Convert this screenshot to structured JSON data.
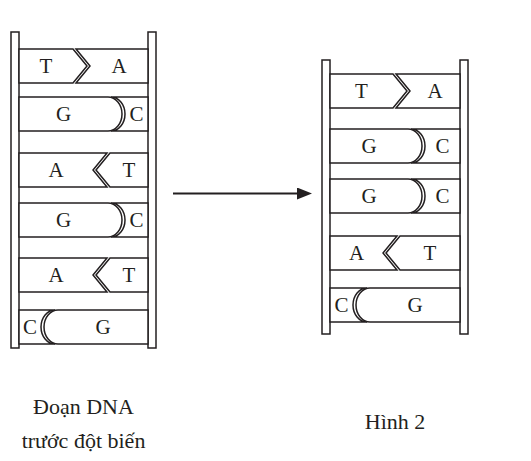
{
  "diagram": {
    "nodes": [
      {
        "text": [
          "Đoạn DNA trước đột biến"
        ]
      },
      {
        "text": [
          "T"
        ],
        "in": 0
      },
      {
        "text": [
          "A"
        ],
        "in": 0
      },
      {
        "text": [
          "G"
        ],
        "in": 0
      },
      {
        "text": [
          "C"
        ],
        "in": 0
      },
      {
        "text": [
          "A"
        ],
        "in": 0
      },
      {
        "text": [
          "T"
        ],
        "in": 0
      },
      {
        "text": [
          "G"
        ],
        "in": 0
      },
      {
        "text": [
          "C"
        ],
        "in": 0
      },
      {
        "text": [
          "A"
        ],
        "in": 0
      },
      {
        "text": [
          "T"
        ],
        "in": 0
      },
      {
        "text": [
          "C"
        ],
        "in": 0
      },
      {
        "text": [
          "G"
        ],
        "in": 0
      },
      {
        "text": [
          "Hình 2"
        ]
      },
      {
        "text": [
          "T"
        ],
        "in": 13
      },
      {
        "text": [
          "A"
        ],
        "in": 13
      },
      {
        "text": [
          "G"
        ],
        "in": 13
      },
      {
        "text": [
          "C"
        ],
        "in": 13
      },
      {
        "text": [
          "G"
        ],
        "in": 13
      },
      {
        "text": [
          "C"
        ],
        "in": 13
      },
      {
        "text": [
          "A"
        ],
        "in": 13
      },
      {
        "text": [
          "T"
        ],
        "in": 13
      },
      {
        "text": [
          "C"
        ],
        "in": 13
      },
      {
        "text": [
          "G"
        ],
        "in": 13
      }
    ],
    "edges": [
      {
        "from": 0,
        "to": 13,
        "arrow": "to"
      }
    ]
  }
}
